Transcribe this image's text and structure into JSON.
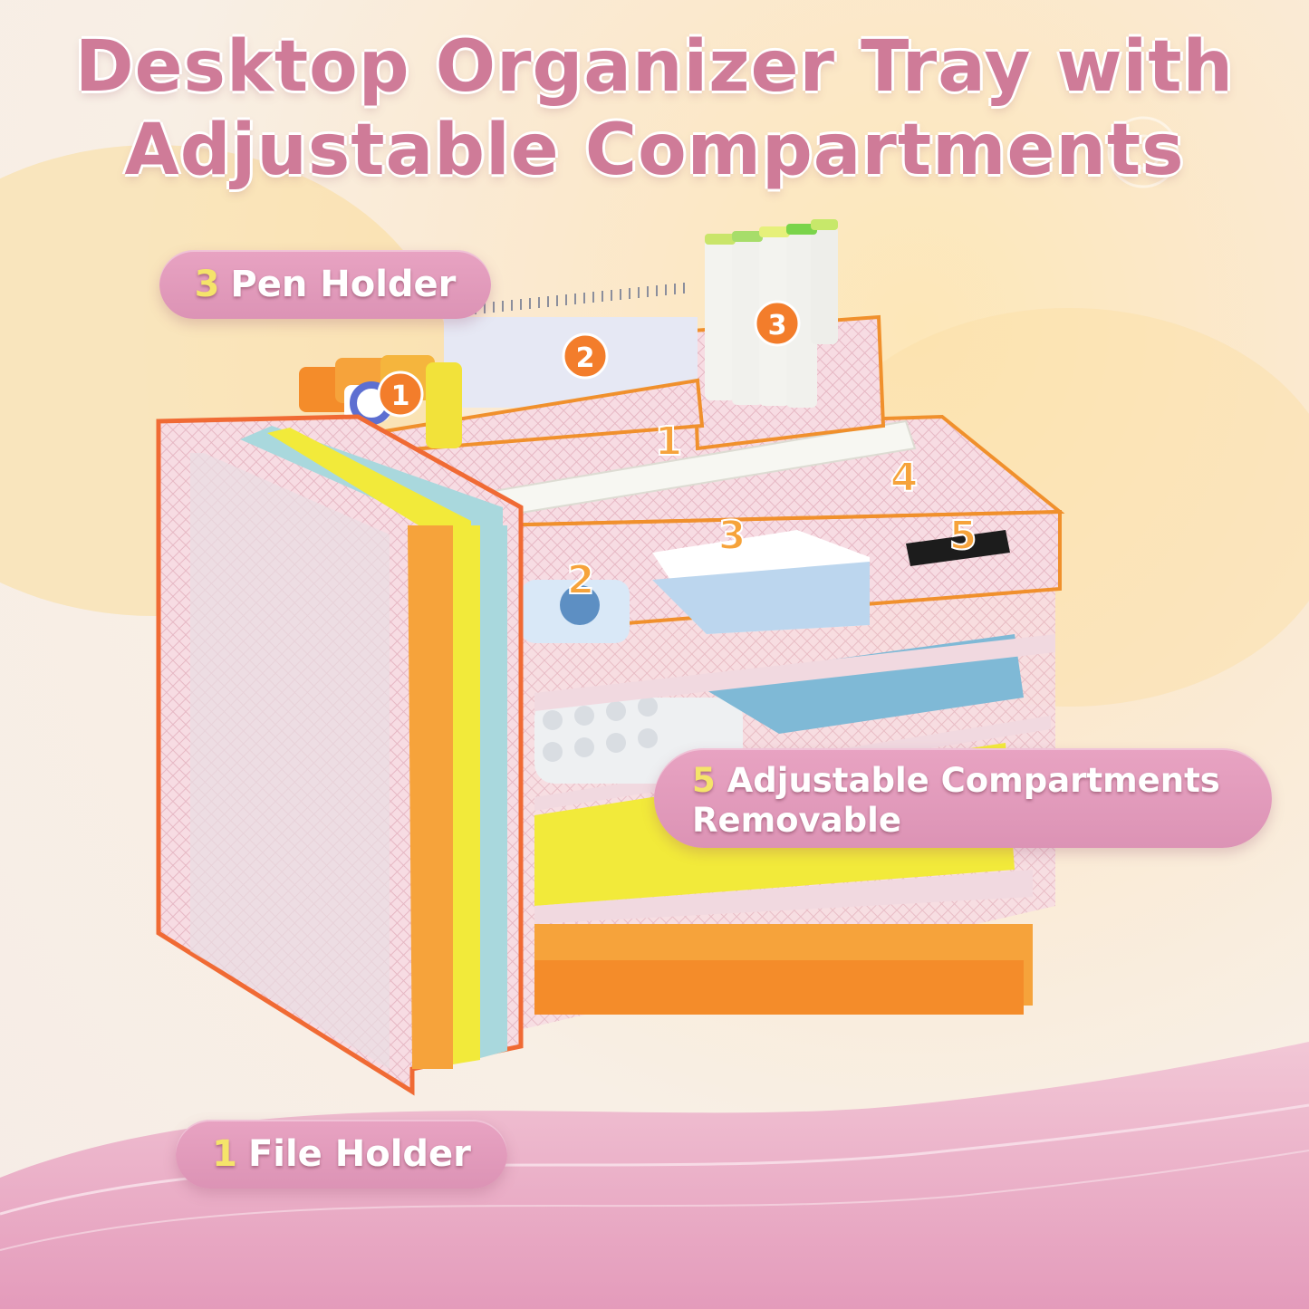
{
  "title": {
    "line1": "Desktop Organizer Tray with",
    "line2": "Adjustable Compartments"
  },
  "callouts": {
    "pen_holder": {
      "number": "3",
      "label": "Pen Holder"
    },
    "file_holder": {
      "number": "1",
      "label": "File Holder"
    },
    "compartments": {
      "number": "5",
      "label": "Adjustable Compartments",
      "line2": "Removable"
    }
  },
  "markers": {
    "top_1": "1",
    "top_2": "2",
    "top_3": "3",
    "tray_1": "1",
    "tray_2": "2",
    "tray_3": "3",
    "tray_4": "4",
    "tray_5": "5"
  },
  "colors": {
    "accent_pink": "#dc93b5",
    "title_pink": "#cf7b98",
    "marker_orange": "#f37d2b",
    "outline_orange": "#f0902c",
    "number_yellow": "#f5e46a"
  }
}
